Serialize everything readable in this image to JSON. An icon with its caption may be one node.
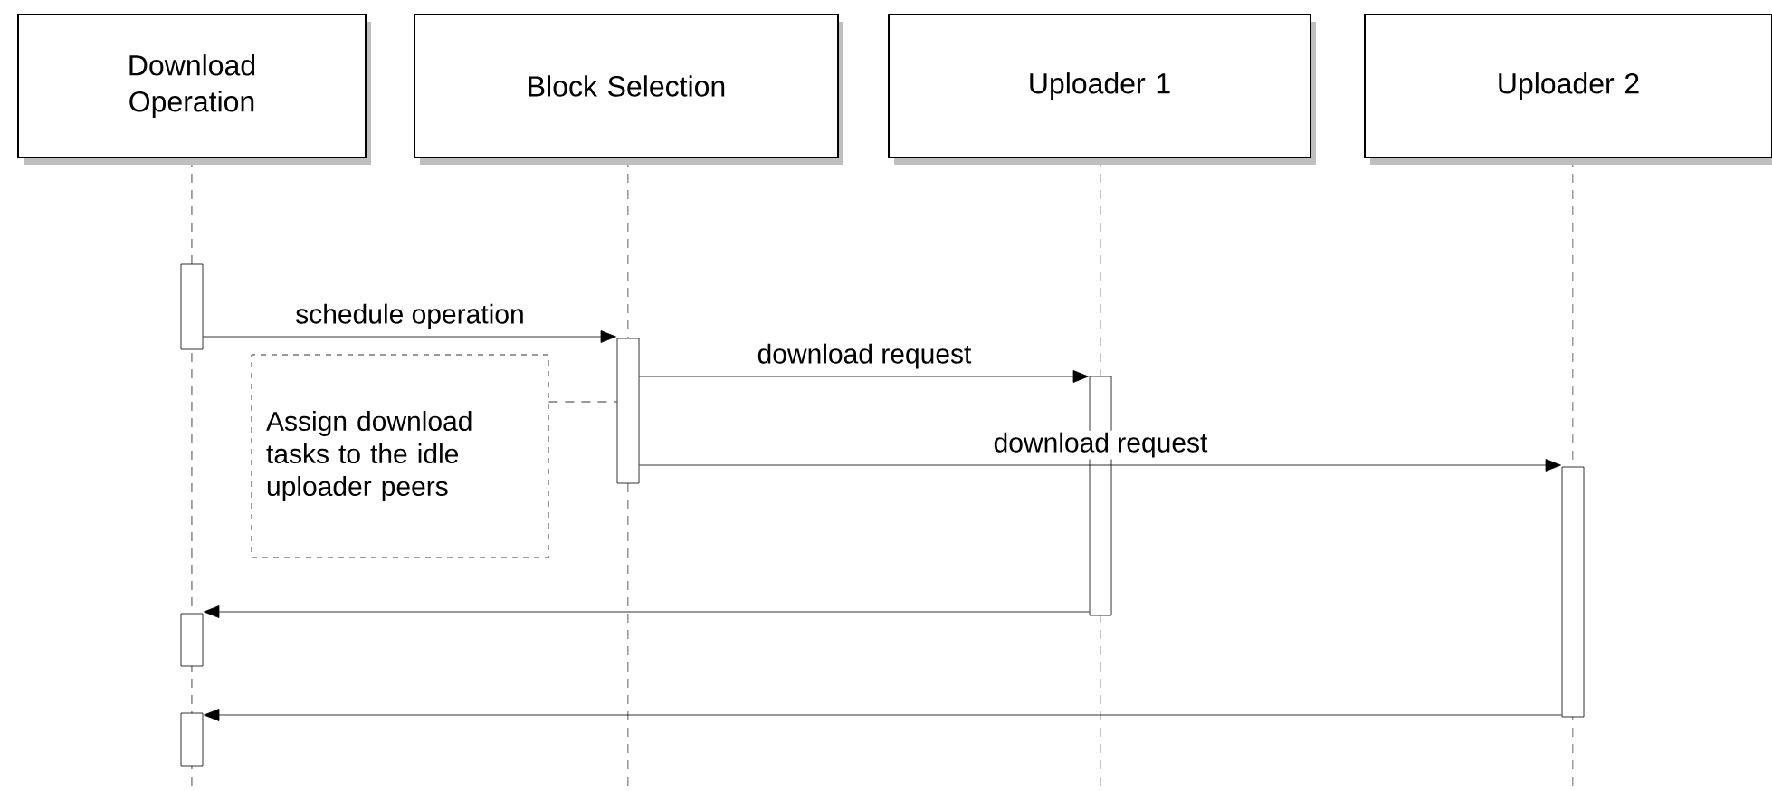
{
  "diagram": {
    "nodes": [
      {
        "text": [
          "Download Operation"
        ]
      },
      {
        "text": [
          "Block Selection"
        ]
      },
      {
        "text": [
          "Uploader 1"
        ]
      },
      {
        "text": [
          "Uploader 2"
        ]
      },
      {
        "text": [
          "Assign download tasks to the idle uploader peers"
        ]
      },
      {
        "text": [],
        "shape": "bar"
      },
      {
        "text": [],
        "shape": "bar"
      },
      {
        "text": [],
        "shape": "bar"
      },
      {
        "text": [],
        "shape": "bar"
      },
      {
        "text": [],
        "shape": "bar"
      },
      {
        "text": [],
        "shape": "bar"
      }
    ],
    "edges": [
      {
        "from": 5,
        "to": 6,
        "arrow": "to",
        "label": "schedule operation"
      },
      {
        "from": 6,
        "to": 7,
        "arrow": "to",
        "label": "download request"
      },
      {
        "from": 6,
        "to": 8,
        "arrow": "to",
        "label": "download request"
      },
      {
        "from": 7,
        "to": 9,
        "arrow": "to"
      },
      {
        "from": 8,
        "to": 10,
        "arrow": "to"
      },
      {
        "from": 4,
        "to": 6,
        "arrow": "none",
        "style": "dashed"
      }
    ]
  }
}
